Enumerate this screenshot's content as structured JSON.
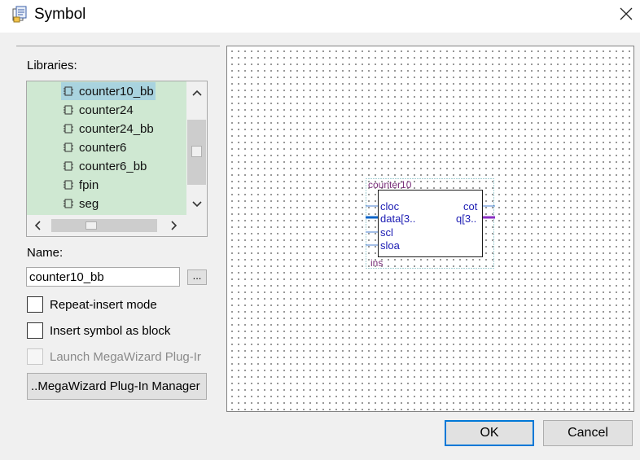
{
  "window": {
    "title": "Symbol",
    "close_icon": "close-icon",
    "app_icon": "symbol-app-icon"
  },
  "left": {
    "libraries_label": "Libraries:",
    "library_items": [
      {
        "label": "counter10_bb",
        "selected": true,
        "icon": "symbol-icon"
      },
      {
        "label": "counter24",
        "selected": false,
        "icon": "symbol-icon"
      },
      {
        "label": "counter24_bb",
        "selected": false,
        "icon": "symbol-icon"
      },
      {
        "label": "counter6",
        "selected": false,
        "icon": "symbol-icon"
      },
      {
        "label": "counter6_bb",
        "selected": false,
        "icon": "symbol-icon"
      },
      {
        "label": "fpin",
        "selected": false,
        "icon": "symbol-icon"
      },
      {
        "label": "seg",
        "selected": false,
        "icon": "symbol-icon"
      }
    ],
    "name_label": "Name:",
    "name_value": "counter10_bb",
    "browse_label": "...",
    "repeat_insert_label": "Repeat-insert mode",
    "repeat_insert_checked": false,
    "insert_block_label": "Insert symbol as block",
    "insert_block_checked": false,
    "launch_megawizard_label": "Launch MegaWizard Plug-Ir",
    "launch_megawizard_enabled": false,
    "megawizard_button_label": "MegaWizard Plug-In Manager.."
  },
  "preview": {
    "symbol_name": "counter10",
    "instance_name": "ins",
    "input_pins": [
      "cloc",
      "data[3..",
      "scl",
      "sloa"
    ],
    "output_pins": [
      "cot",
      "q[3.."
    ],
    "colors": {
      "title": "#7a2f7a",
      "pin_label": "#1b1bb3",
      "bus_input": "#0a64c8",
      "bus_output": "#8a2fc2",
      "pin_line": "#4a7fd0",
      "bounding_box": "#4aa0a8"
    }
  },
  "buttons": {
    "ok": "OK",
    "cancel": "Cancel"
  },
  "colors": {
    "list_background": "#cfe8d2",
    "selection": "#a9d3df",
    "ok_border": "#0078d7"
  }
}
